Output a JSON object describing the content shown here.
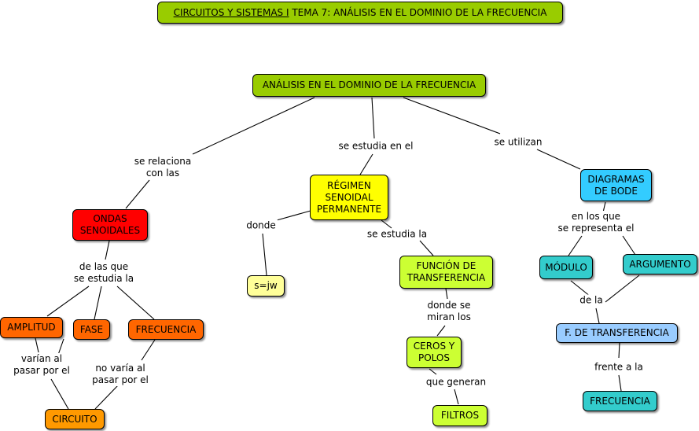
{
  "title": {
    "course": "CIRCUITOS Y SISTEMAS I",
    "rest": " TEMA 7: ANÁLISIS EN EL DOMINIO DE LA FRECUENCIA"
  },
  "colors": {
    "green": "#99cc00",
    "yellow": "#ffff00",
    "lightgreen": "#ccff33",
    "paleyellow": "#ffff99",
    "red": "#ff0000",
    "orange": "#ff6600",
    "amber": "#ff9900",
    "cyan": "#33ccff",
    "teal": "#33cccc",
    "lightblue": "#99ccff"
  },
  "nodes": {
    "main": "ANÁLISIS EN EL DOMINIO DE LA FRECUENCIA",
    "regimen": "RÉGIMEN SENOIDAL PERMANENTE",
    "ondas": "ONDAS SENOIDALES",
    "bode": "DIAGRAMAS DE BODE",
    "sjw": "s=jw",
    "funcion": "FUNCIÓN DE TRANSFERENCIA",
    "amplitud": "AMPLITUD",
    "fase": "FASE",
    "frecuencia": "FRECUENCIA",
    "circuito": "CIRCUITO",
    "ceros": "CEROS Y POLOS",
    "filtros": "FILTROS",
    "modulo": "MÓDULO",
    "argumento": "ARGUMENTO",
    "ftransf": "F. DE TRANSFERENCIA",
    "frecuencia2": "FRECUENCIA"
  },
  "labels": {
    "se_relaciona": "se relaciona\ncon las",
    "se_estudia_en_el": "se estudia en el",
    "se_utilizan": "se utilizan",
    "donde": "donde",
    "se_estudia_la": "se estudia la",
    "de_las_que": "de las que\nse estudia la",
    "varian": "varían al\npasar por el",
    "no_varia": "no varía al\npasar por el",
    "donde_se_miran": "donde se\nmiran los",
    "que_generan": "que generan",
    "en_los_que": "en los que\nse representa el",
    "de_la": "de la",
    "frente_a_la": "frente a la"
  }
}
